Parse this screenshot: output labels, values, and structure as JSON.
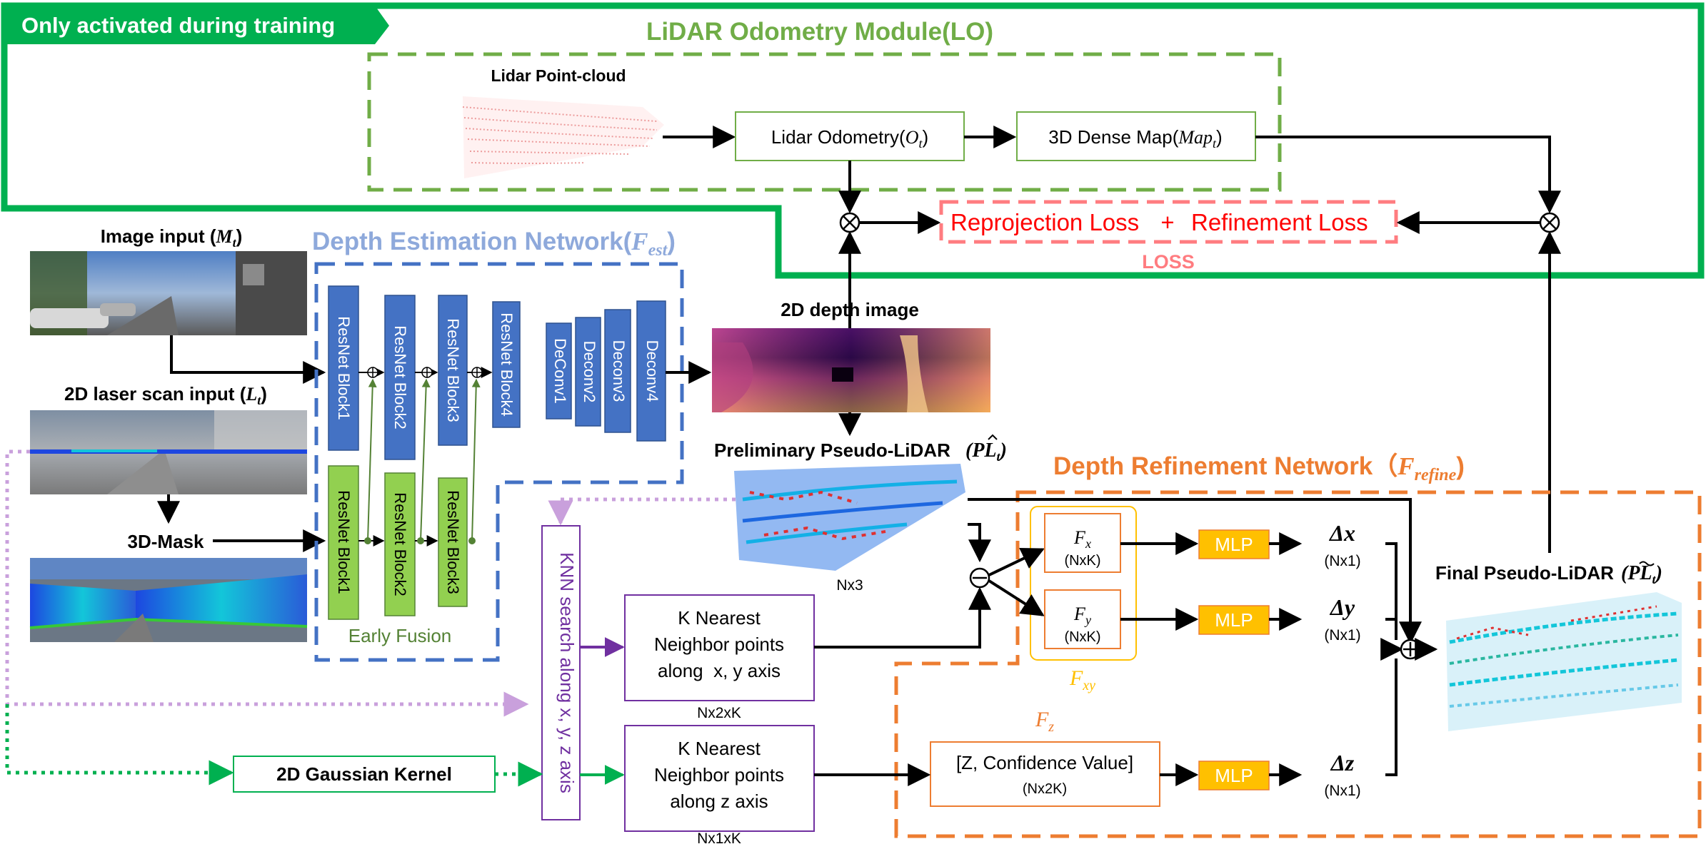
{
  "banner": {
    "text": "Only activated during training"
  },
  "lo_module": {
    "title": "LiDAR Odometry Module(LO)",
    "point_cloud_label": "Lidar Point-cloud",
    "odometry_label": "Lidar Odometry(",
    "odometry_sym": "O",
    "odometry_sub": "t",
    "dense_map_label": "3D Dense Map(",
    "dense_map_sym": "Map",
    "dense_map_sub": "t"
  },
  "loss": {
    "reprojection": "Reprojection Loss",
    "plus": "+",
    "refinement": "Refinement Loss",
    "caption": "LOSS"
  },
  "inputs": {
    "image_label": "Image input (",
    "image_sym": "M",
    "image_sub": "t",
    "laser_label": "2D laser scan input (",
    "laser_sym": "L",
    "laser_sub": "t",
    "mask_label": "3D-Mask"
  },
  "den": {
    "title": "Depth Estimation Network(",
    "title_sym": "F",
    "title_sub": "est",
    "blocks": [
      "ResNet Block1",
      "ResNet Block2",
      "ResNet Block3",
      "ResNet Block4"
    ],
    "deconvs": [
      "DeConv1",
      "Deconv2",
      "Deconv3",
      "Deconv4"
    ],
    "green_blocks": [
      "ResNet Block1",
      "ResNet Block2",
      "ResNet Block3"
    ],
    "early_fusion": "Early Fusion"
  },
  "depth_image": {
    "label": "2D depth image"
  },
  "preliminary": {
    "label": "Preliminary Pseudo-LiDAR",
    "sym": "PL",
    "sub": "t",
    "size": "Nx3"
  },
  "drn": {
    "title": "Depth Refinement Network（",
    "title_sym": "F",
    "title_sub": "refine",
    "fx_sym": "F",
    "fx_sub": "x",
    "fx_dim": "(NxK)",
    "fy_sym": "F",
    "fy_sub": "y",
    "fy_dim": "(NxK)",
    "fxy_sym": "F",
    "fxy_sub": "xy",
    "fz_sym": "F",
    "fz_sub": "z",
    "zbox_label": "[Z, Confidence Value]",
    "zbox_dim": "(Nx2K)",
    "mlp": "MLP",
    "dx": "Δx",
    "dy": "Δy",
    "dz": "Δz",
    "n1": "(Nx1)"
  },
  "knn": {
    "vertical_label": "KNN search along x, y, z axis",
    "xy_lines": [
      "K Nearest",
      "Neighbor points",
      "along  x, y axis"
    ],
    "xy_size": "Nx2xK",
    "z_lines": [
      "K Nearest",
      "Neighbor points",
      "along z axis"
    ],
    "z_size": "Nx1xK"
  },
  "gaussian": {
    "label": "2D Gaussian Kernel"
  },
  "final": {
    "label": "Final Pseudo-LiDAR",
    "sym": "PL",
    "sub": "t"
  },
  "colors": {
    "green_banner": "#00b050",
    "lo_green": "#70ad47",
    "den_blue": "#4472c4",
    "block_blue": "#4472c4",
    "block_green": "#92d050",
    "drn_orange": "#ed7d31",
    "loss_pink": "#ff7c80",
    "mlp_yellow": "#ffc000",
    "knn_purple": "#7030a0",
    "lavender": "#c9a0dc"
  }
}
